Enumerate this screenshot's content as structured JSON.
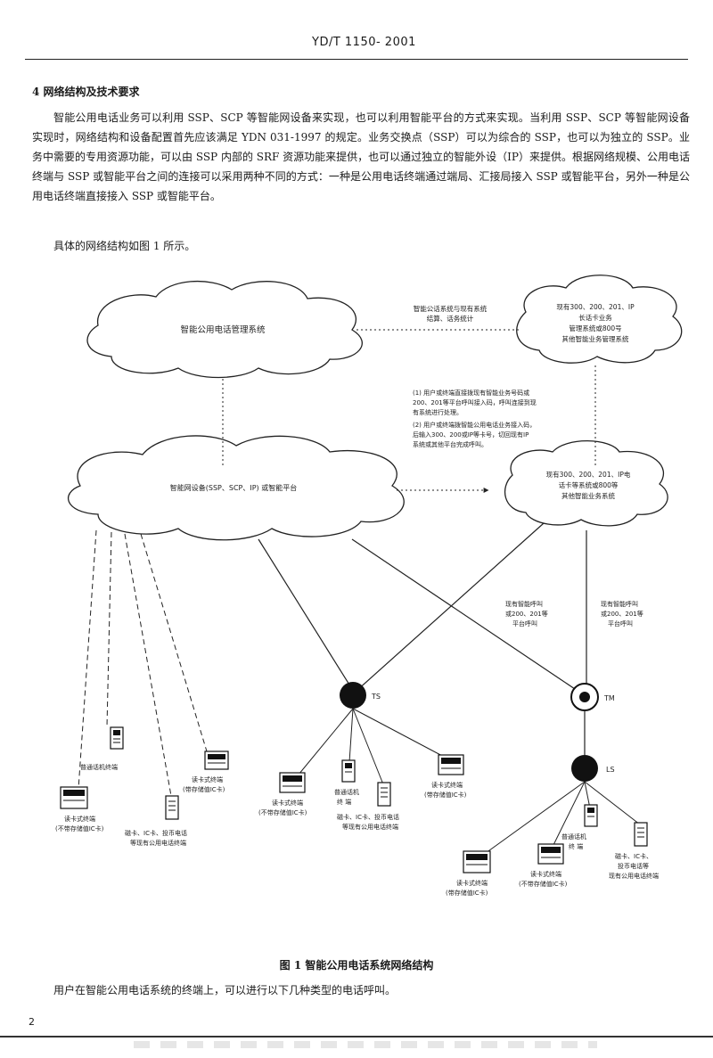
{
  "header": {
    "standard_no": "YD/T 1150- 2001"
  },
  "section": {
    "title": "4 网络结构及技术要求"
  },
  "body": {
    "paragraph": "智能公用电话业务可以利用 SSP、SCP 等智能网设备来实现，也可以利用智能平台的方式来实现。当利用 SSP、SCP 等智能网设备实现时，网络结构和设备配置首先应该满足 YDN 031-1997 的规定。业务交换点（SSP）可以为综合的 SSP，也可以为独立的 SSP。业务中需要的专用资源功能，可以由 SSP 内部的 SRF 资源功能来提供，也可以通过独立的智能外设（IP）来提供。根据网络规模、公用电话终端与 SSP 或智能平台之间的连接可以采用两种不同的方式：一种是公用电话终端通过端局、汇接局接入 SSP 或智能平台，另外一种是公用电话终端直接接入 SSP 或智能平台。",
    "figure_ref": "具体的网络结构如图 1 所示。",
    "after_caption": "用户在智能公用电话系统的终端上，可以进行以下几种类型的电话呼叫。"
  },
  "diagram": {
    "cloud_mgmt": "智能公用电话管理系统",
    "link_label_1": "智能公话系统与现有系统",
    "link_label_2": "结算、话务统计",
    "cloud_existing_top_1": "现有300、200、201、IP",
    "cloud_existing_top_2": "长话卡业务",
    "cloud_existing_top_3": "管理系统或800号",
    "cloud_existing_top_4": "其他智能业务管理系统",
    "note_1": "(1) 用户或终端直接拨现有智能业务号码或",
    "note_2": "200、201等平台呼叫接入码，呼叫连接到现",
    "note_3": "有系统进行处理。",
    "note_4": "(2) 用户或终端拨智能公用电话业务接入码，",
    "note_5": "后输入300、200或IP等卡号，切回现有IP",
    "note_6": "系统或其他平台完成呼叫。",
    "cloud_in": "智能网设备(SSP、SCP、IP) 或智能平台",
    "cloud_existing_bottom_1": "现有300、200、201、IP电",
    "cloud_existing_bottom_2": "话卡等系统或800等",
    "cloud_existing_bottom_3": "其他智能业务系统",
    "lbl_call_a_1": "现有智能呼叫",
    "lbl_call_a_2": "或200、201等",
    "lbl_call_a_3": "平台呼叫",
    "lbl_call_b_1": "现有智能呼叫",
    "lbl_call_b_2": "或200、201等",
    "lbl_call_b_3": "平台呼叫",
    "node_ts": "TS",
    "node_tm": "TM",
    "node_ls": "LS",
    "t1_1": "普通话机终端",
    "t2_1": "读卡式终端",
    "t2_2": "(带存储值IC卡)",
    "t3_1": "读卡式终端",
    "t3_2": "(不带存储值IC卡)",
    "t4_1": "磁卡、IC卡、投币电话",
    "t4_2": "等现有公用电话终端",
    "t5_1": "读卡式终端",
    "t5_2": "(不带存储值IC卡)",
    "t6_1": "普通话机",
    "t6_2": "终 端",
    "t7_1": "磁卡、IC卡、投币电话",
    "t7_2": "等现有公用电话终端",
    "t8_1": "读卡式终端",
    "t8_2": "(带存储值IC卡)",
    "t9_1": "读卡式终端",
    "t9_2": "(带存储值IC卡)",
    "t10_1": "读卡式终端",
    "t10_2": "(不带存储值IC卡)",
    "t11_1": "普通话机",
    "t11_2": "终 端",
    "t12_1": "磁卡、IC卡、",
    "t12_2": "投币电话等",
    "t12_3": "现有公用电话终端"
  },
  "caption": {
    "text": "图 1  智能公用电话系统网络结构"
  },
  "page_number": "2"
}
